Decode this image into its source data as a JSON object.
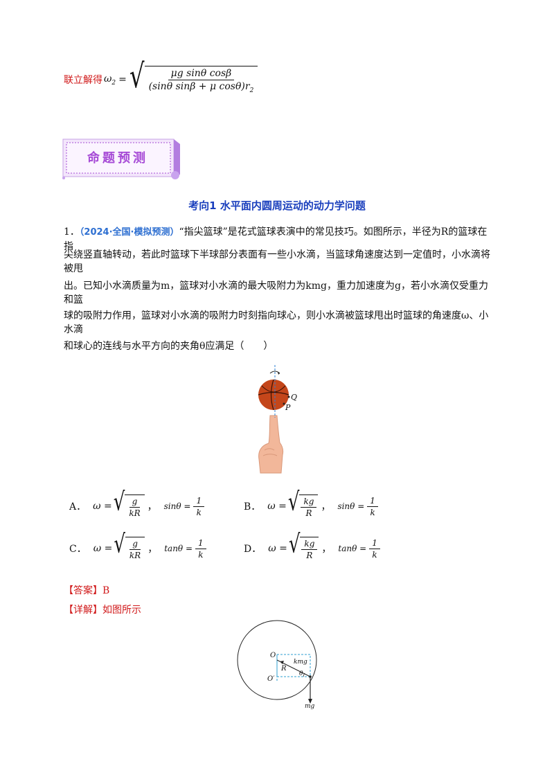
{
  "solution_top": {
    "label": "联立解得",
    "lhs": "ω",
    "lhs_sub": "2",
    "numerator": "μg sinθ cosβ",
    "denominator": "(sinθ sinβ + μ cosθ)r",
    "denominator_sub": "2"
  },
  "banner": {
    "text": "命题预测"
  },
  "section_title": "考向1  水平面内圆周运动的动力学问题",
  "question": {
    "number": "1．",
    "source": "（2024·全国·模拟预测）",
    "line1": "“指尖篮球”是花式篮球表演中的常见技巧。如图所示，半径为R的篮球在指",
    "line2": "尖绕竖直轴转动，若此时篮球下半球部分表面有一些小水滴，当篮球角速度达到一定值时，小水滴将被甩",
    "line3": "出。已知小水滴质量为m，篮球对小水滴的最大吸附力为kmg，重力加速度为g，若小水滴仅受重力和篮",
    "line4": "球的吸附力作用，篮球对小水滴的吸附力时刻指向球心，则小水滴被篮球甩出时篮球的角速度ω、小水滴",
    "line5": "和球心的连线与水平方向的夹角θ应满足（　　）"
  },
  "figure_labels": {
    "q": "Q",
    "p": "P"
  },
  "options": [
    {
      "letter": "A．",
      "omega_num": "g",
      "omega_den": "kR",
      "trig": "sinθ =",
      "trig_num": "1",
      "trig_den": "k"
    },
    {
      "letter": "B．",
      "omega_num": "kg",
      "omega_den": "R",
      "trig": "sinθ =",
      "trig_num": "1",
      "trig_den": "k"
    },
    {
      "letter": "C．",
      "omega_num": "g",
      "omega_den": "kR",
      "trig": "tanθ =",
      "trig_num": "1",
      "trig_den": "k"
    },
    {
      "letter": "D．",
      "omega_num": "kg",
      "omega_den": "R",
      "trig": "tanθ =",
      "trig_num": "1",
      "trig_den": "k"
    }
  ],
  "omega_symbol": "ω =",
  "answer": {
    "label": "【答案】",
    "value": "B"
  },
  "detail": {
    "label": "【详解】",
    "text": "如图所示"
  },
  "diagram_labels": {
    "o": "O",
    "o_prime": "O′",
    "r": "R",
    "kmg": "kmg",
    "theta": "θ",
    "mg": "mg"
  },
  "colors": {
    "red": "#d0191a",
    "blue": "#2e6fd1",
    "purple": "#a64ad6",
    "title_blue": "#1a3fbd"
  }
}
